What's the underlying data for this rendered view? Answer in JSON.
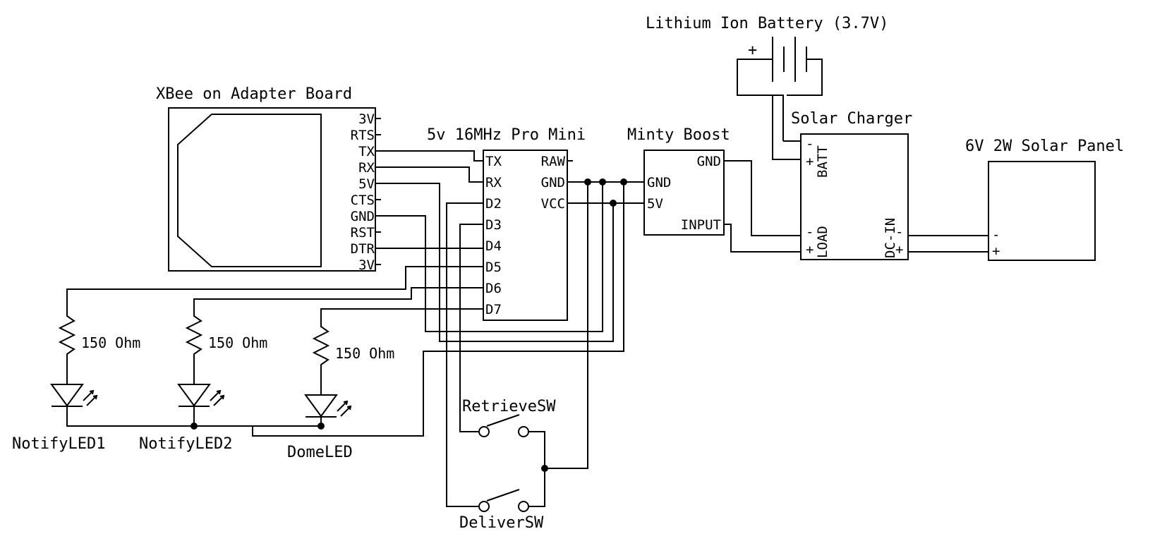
{
  "components": {
    "battery": {
      "title": "Lithium Ion Battery (3.7V)",
      "plus": "+"
    },
    "xbee": {
      "title": "XBee on Adapter Board",
      "pins": [
        "3V",
        "RTS",
        "TX",
        "RX",
        "5V",
        "CTS",
        "GND",
        "RST",
        "DTR",
        "3V"
      ]
    },
    "promini": {
      "title": "5v 16MHz Pro Mini",
      "left_pins": [
        "TX",
        "RX",
        "D2",
        "D3",
        "D4",
        "D5",
        "D6",
        "D7"
      ],
      "right_pins": [
        "RAW",
        "GND",
        "VCC"
      ]
    },
    "minty": {
      "title": "Minty Boost",
      "left_pins": [
        "GND",
        "5V"
      ],
      "right_pins": [
        "GND",
        "INPUT"
      ]
    },
    "charger": {
      "title": "Solar Charger",
      "batt": "BATT",
      "load": "LOAD",
      "dcin": "DC-IN",
      "minus": "-",
      "plus": "+"
    },
    "panel": {
      "title": "6V 2W Solar Panel",
      "minus": "-",
      "plus": "+"
    }
  },
  "resistors": [
    "150 Ohm",
    "150 Ohm",
    "150 Ohm"
  ],
  "leds": [
    "NotifyLED1",
    "NotifyLED2",
    "DomeLED"
  ],
  "switches": [
    "RetrieveSW",
    "DeliverSW"
  ]
}
